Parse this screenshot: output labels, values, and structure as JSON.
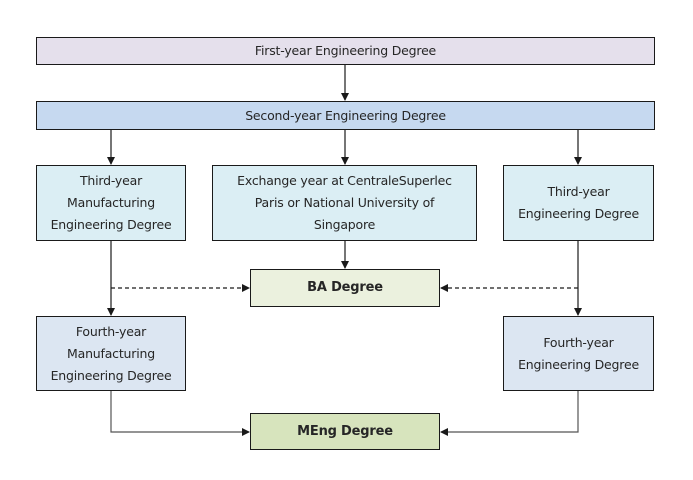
{
  "diagram": {
    "type": "flowchart",
    "colors": {
      "first_year": "#e5e0ec",
      "second_year": "#c6d9f0",
      "third_year": "#dbeef4",
      "fourth_year": "#dce6f2",
      "ba_degree": "#ebf1de",
      "meng_degree": "#d7e4bd",
      "border": "#1a1a1a",
      "arrow": "#1a1a1a"
    },
    "nodes": {
      "first_year": {
        "label": "First-year Engineering Degree"
      },
      "second_year": {
        "label": "Second-year Engineering Degree"
      },
      "third_year_manufacturing": {
        "label": "Third-year Manufacturing Engineering Degree",
        "lines": [
          "Third-year",
          "Manufacturing",
          "Engineering Degree"
        ]
      },
      "exchange_year": {
        "label": "Exchange year at CentraleSuperlec Paris or National University of Singapore",
        "lines": [
          "Exchange year at CentraleSuperlec",
          "Paris or National University of",
          "Singapore"
        ]
      },
      "third_year_engineering": {
        "label": "Third-year Engineering Degree",
        "lines": [
          "Third-year",
          "Engineering Degree"
        ]
      },
      "ba_degree": {
        "label": "BA Degree"
      },
      "fourth_year_manufacturing": {
        "label": "Fourth-year Manufacturing Engineering Degree",
        "lines": [
          "Fourth-year",
          "Manufacturing",
          "Engineering Degree"
        ]
      },
      "fourth_year_engineering": {
        "label": "Fourth-year Engineering Degree",
        "lines": [
          "Fourth-year",
          "Engineering Degree"
        ]
      },
      "meng_degree": {
        "label": "MEng Degree"
      }
    },
    "edges": [
      {
        "from": "first_year",
        "to": "second_year",
        "style": "solid"
      },
      {
        "from": "second_year",
        "to": "third_year_manufacturing",
        "style": "solid"
      },
      {
        "from": "second_year",
        "to": "exchange_year",
        "style": "solid"
      },
      {
        "from": "second_year",
        "to": "third_year_engineering",
        "style": "solid"
      },
      {
        "from": "exchange_year",
        "to": "ba_degree",
        "style": "solid"
      },
      {
        "from": "third_year_manufacturing",
        "to": "ba_degree",
        "style": "dashed"
      },
      {
        "from": "third_year_engineering",
        "to": "ba_degree",
        "style": "dashed"
      },
      {
        "from": "third_year_manufacturing",
        "to": "fourth_year_manufacturing",
        "style": "solid"
      },
      {
        "from": "third_year_engineering",
        "to": "fourth_year_engineering",
        "style": "solid"
      },
      {
        "from": "fourth_year_manufacturing",
        "to": "meng_degree",
        "style": "solid"
      },
      {
        "from": "fourth_year_engineering",
        "to": "meng_degree",
        "style": "solid"
      }
    ]
  }
}
